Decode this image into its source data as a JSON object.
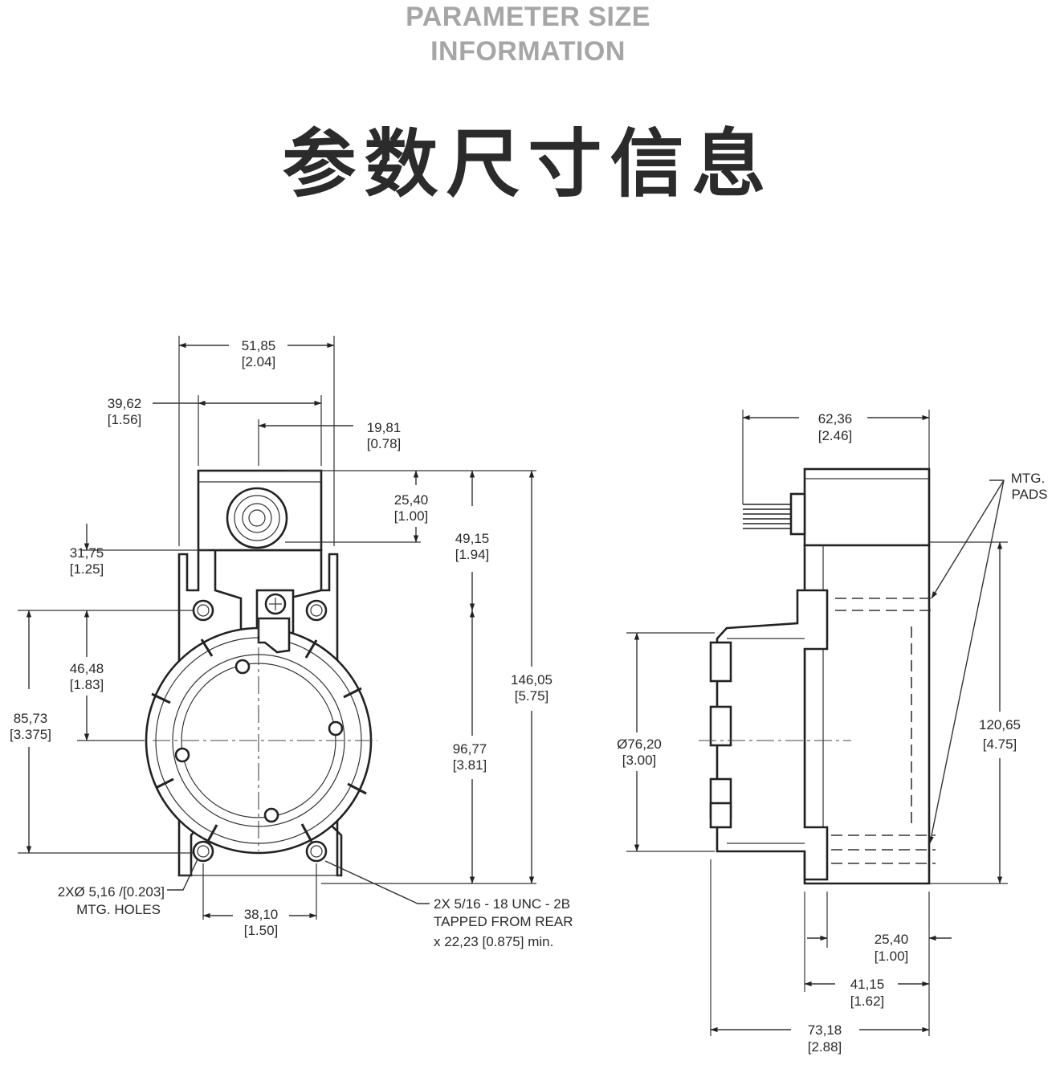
{
  "header": {
    "title_en_line1": "PARAMETER SIZE",
    "title_en_line2": "INFORMATION",
    "title_cn": "参数尺寸信息"
  },
  "front_view": {
    "dim_width_total": {
      "mm": "51,85",
      "in": "[2.04]"
    },
    "dim_width_box": {
      "mm": "39,62",
      "in": "[1.56]"
    },
    "dim_half_box": {
      "mm": "19,81",
      "in": "[0.78]"
    },
    "dim_box_conduit": {
      "mm": "25,40",
      "in": "[1.00]"
    },
    "dim_box_height": {
      "mm": "49,15",
      "in": "[1.94]"
    },
    "dim_hole_to_top": {
      "mm": "31,75",
      "in": "[1.25]"
    },
    "dim_hole_to_center": {
      "mm": "46,48",
      "in": "[1.83]"
    },
    "dim_hole_spacing": {
      "mm": "85,73",
      "in": "[3.375]"
    },
    "dim_center_height": {
      "mm": "96,77",
      "in": "[3.81]"
    },
    "dim_total_height": {
      "mm": "146,05",
      "in": "[5.75]"
    },
    "dim_bottom_holes": {
      "mm": "38,10",
      "in": "[1.50]"
    },
    "note_mtg_holes": {
      "line1": "2XØ 5,16 /[0.203]",
      "line2": "MTG. HOLES"
    },
    "note_tapped": {
      "line1": "2X 5/16 - 18 UNC - 2B",
      "line2": "TAPPED FROM REAR",
      "line3": "x 22,23 [0.875] min."
    }
  },
  "side_view": {
    "dim_box_depth": {
      "mm": "62,36",
      "in": "[2.46]"
    },
    "note_pads": {
      "line1": "MTG.",
      "line2": "PADS"
    },
    "dim_diameter": {
      "mm": "Ø76,20",
      "in": "[3.00]"
    },
    "dim_height": {
      "mm": "120,65",
      "in": "[4.75]"
    },
    "dim_base_25": {
      "mm": "25,40",
      "in": "[1.00]"
    },
    "dim_base_41": {
      "mm": "41,15",
      "in": "[1.62]"
    },
    "dim_overall_depth": {
      "mm": "73,18",
      "in": "[2.88]"
    }
  }
}
